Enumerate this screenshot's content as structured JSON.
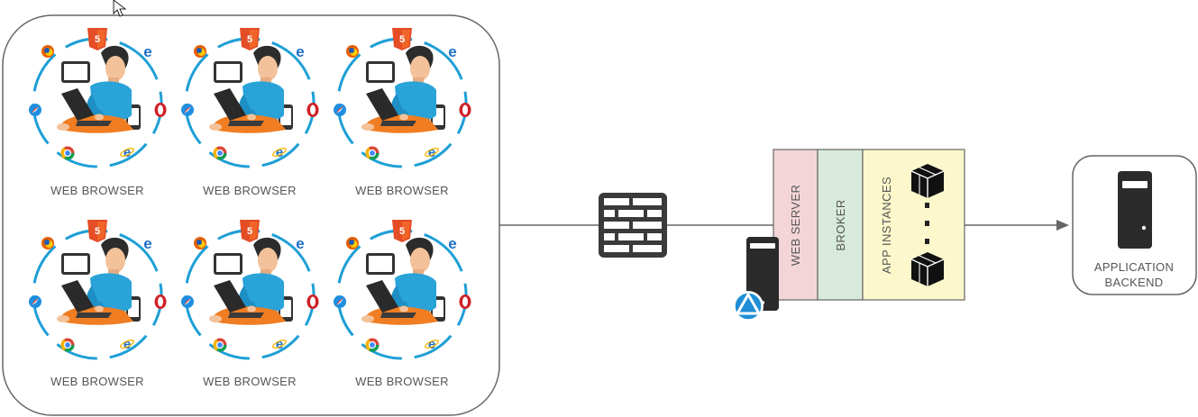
{
  "clients": {
    "label": "WEB BROWSER",
    "count": 6
  },
  "server_stack": {
    "web_server_label": "WEB SERVER",
    "broker_label": "BROKER",
    "app_instances_label": "APP INSTANCES",
    "ellipsis": "·\n·\n·"
  },
  "backend": {
    "label_line1": "APPLICATION",
    "label_line2": "BACKEND"
  },
  "colors": {
    "web_server": "#f3d5d8",
    "broker": "#d7eadb",
    "app_instances": "#fcf8cc",
    "ring": "#1e9fd6",
    "shirt": "#29a3d8",
    "pants": "#f07d22",
    "skin": "#f3c29a",
    "hair": "#2c2c2c",
    "html5": "#e44d26",
    "stroke": "#666666"
  },
  "icons": [
    "html5-icon",
    "firefox-icon",
    "edge-icon",
    "safari-icon",
    "opera-icon",
    "chrome-icon",
    "ie-icon",
    "tablet-icon",
    "phone-icon",
    "laptop-icon",
    "firewall-icon",
    "server-icon",
    "cube-icon",
    "globe-icon",
    "cursor-icon"
  ]
}
